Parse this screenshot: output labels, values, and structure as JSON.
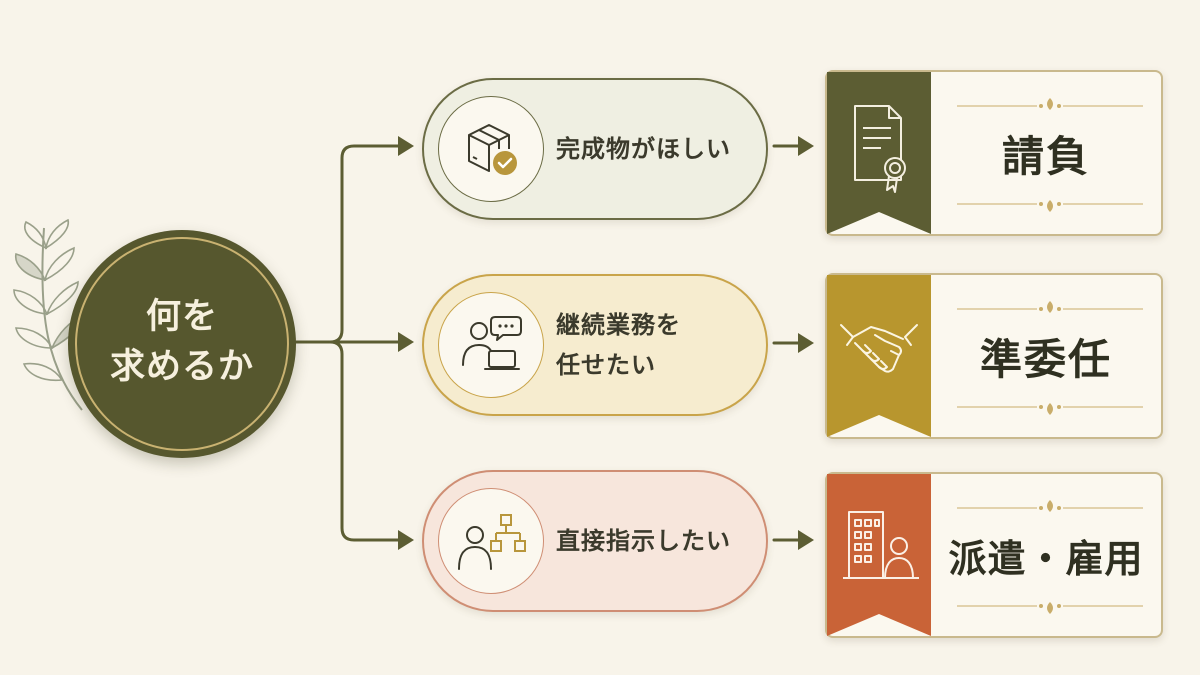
{
  "hub": {
    "title": "何を求めるか",
    "line1": "何を",
    "line2": "求めるか"
  },
  "options": [
    {
      "label": "完成物がほしい",
      "icon": "package-check-icon",
      "result": "請負",
      "result_icon": "certificate-icon",
      "accent": "#5c5d33"
    },
    {
      "label": "継続業務を任せたい",
      "line1": "継続業務を",
      "line2": "任せたい",
      "icon": "person-laptop-chat-icon",
      "result": "準委任",
      "result_icon": "handshake-icon",
      "accent": "#b8962e"
    },
    {
      "label": "直接指示したい",
      "icon": "person-org-chart-icon",
      "result": "派遣・雇用",
      "result_icon": "building-person-icon",
      "accent": "#c96337"
    }
  ],
  "colors": {
    "background": "#f8f4ea",
    "connector": "#5c5d33",
    "hub": "#56572e",
    "hub_ring": "#c9b271"
  }
}
